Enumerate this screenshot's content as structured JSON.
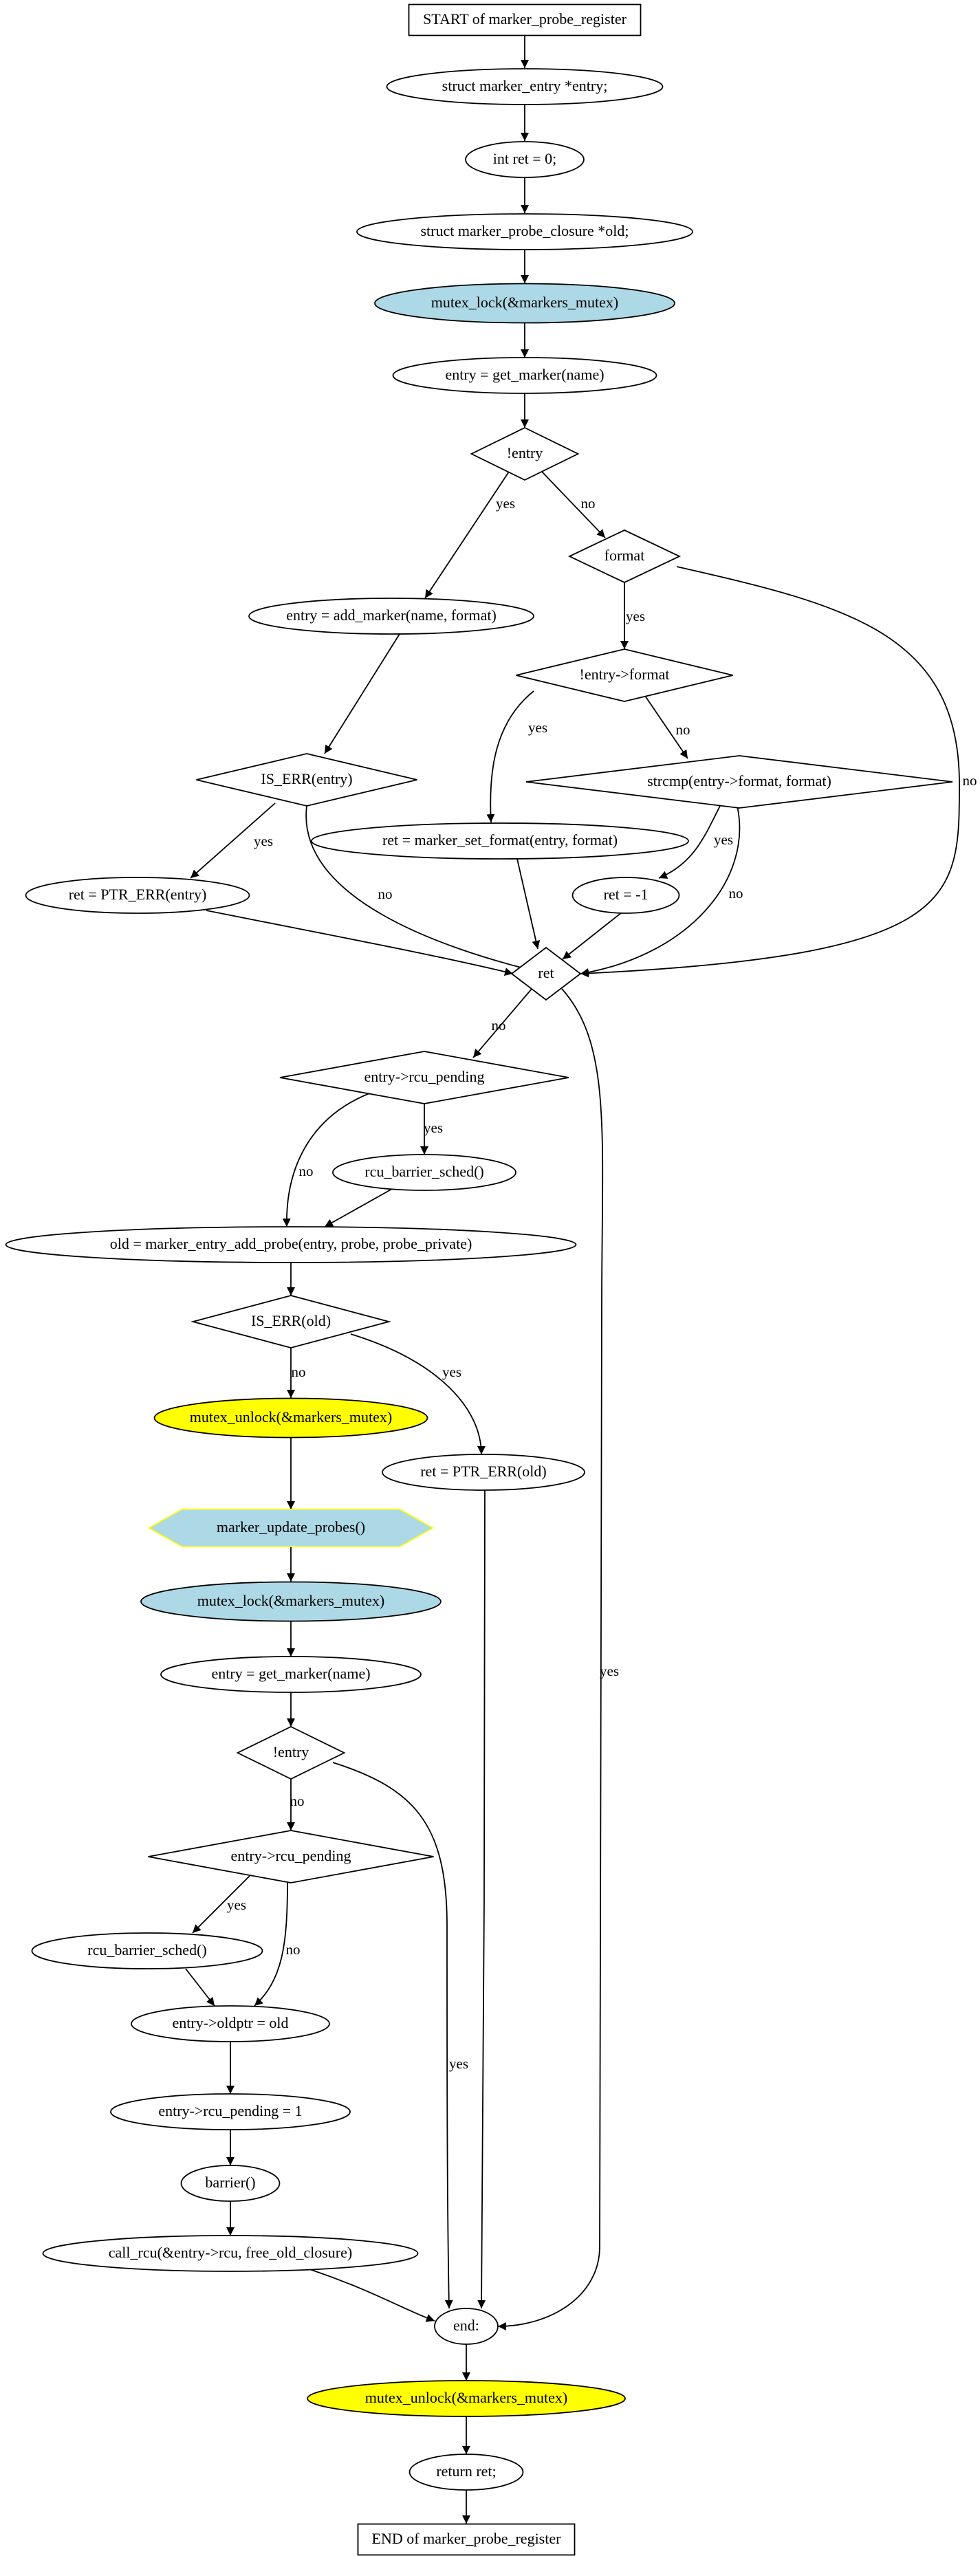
{
  "colors": {
    "default_fill": "#ffffff",
    "stroke": "#000000",
    "lightblue": "#add8e6",
    "yellow": "#ffff00",
    "hexagon_border": "#ffff00"
  },
  "nodes": [
    {
      "id": "start",
      "shape": "rect",
      "label": "START of marker_probe_register"
    },
    {
      "id": "decl_entry",
      "shape": "ellipse",
      "label": "struct marker_entry *entry;"
    },
    {
      "id": "decl_ret",
      "shape": "ellipse",
      "label": "int ret = 0;"
    },
    {
      "id": "decl_old",
      "shape": "ellipse",
      "label": "struct marker_probe_closure *old;"
    },
    {
      "id": "lock1",
      "shape": "ellipse",
      "fill": "lightblue",
      "label": "mutex_lock(&markers_mutex)"
    },
    {
      "id": "get1",
      "shape": "ellipse",
      "label": "entry = get_marker(name)"
    },
    {
      "id": "if_entry1",
      "shape": "diamond",
      "label": "!entry"
    },
    {
      "id": "if_format",
      "shape": "diamond",
      "label": "format"
    },
    {
      "id": "add_marker",
      "shape": "ellipse",
      "label": "entry = add_marker(name, format)"
    },
    {
      "id": "if_eformat",
      "shape": "diamond",
      "label": "!entry->format"
    },
    {
      "id": "if_strcmp",
      "shape": "diamond",
      "label": "strcmp(entry->format, format)"
    },
    {
      "id": "if_iserr1",
      "shape": "diamond",
      "label": "IS_ERR(entry)"
    },
    {
      "id": "set_format",
      "shape": "ellipse",
      "label": "ret = marker_set_format(entry, format)"
    },
    {
      "id": "ptr_err1",
      "shape": "ellipse",
      "label": "ret = PTR_ERR(entry)"
    },
    {
      "id": "ret_m1",
      "shape": "ellipse",
      "label": "ret = -1"
    },
    {
      "id": "if_ret",
      "shape": "diamond",
      "label": "ret"
    },
    {
      "id": "if_rcu1",
      "shape": "diamond",
      "label": "entry->rcu_pending"
    },
    {
      "id": "barrier_sched1",
      "shape": "ellipse",
      "label": "rcu_barrier_sched()"
    },
    {
      "id": "add_probe",
      "shape": "ellipse",
      "label": "old = marker_entry_add_probe(entry, probe, probe_private)"
    },
    {
      "id": "if_iserr2",
      "shape": "diamond",
      "label": "IS_ERR(old)"
    },
    {
      "id": "unlock1",
      "shape": "ellipse",
      "fill": "yellow",
      "label": "mutex_unlock(&markers_mutex)"
    },
    {
      "id": "ptr_err2",
      "shape": "ellipse",
      "label": "ret = PTR_ERR(old)"
    },
    {
      "id": "update",
      "shape": "hexagon",
      "fill": "lightblue",
      "label": "marker_update_probes()"
    },
    {
      "id": "lock2",
      "shape": "ellipse",
      "fill": "lightblue",
      "label": "mutex_lock(&markers_mutex)"
    },
    {
      "id": "get2",
      "shape": "ellipse",
      "label": "entry = get_marker(name)"
    },
    {
      "id": "if_entry2",
      "shape": "diamond",
      "label": "!entry"
    },
    {
      "id": "if_rcu2",
      "shape": "diamond",
      "label": "entry->rcu_pending"
    },
    {
      "id": "barrier_sched2",
      "shape": "ellipse",
      "label": "rcu_barrier_sched()"
    },
    {
      "id": "oldptr",
      "shape": "ellipse",
      "label": "entry->oldptr = old"
    },
    {
      "id": "rcu_set",
      "shape": "ellipse",
      "label": "entry->rcu_pending = 1"
    },
    {
      "id": "barrier",
      "shape": "ellipse",
      "label": "barrier()"
    },
    {
      "id": "call_rcu",
      "shape": "ellipse",
      "label": "call_rcu(&entry->rcu, free_old_closure)"
    },
    {
      "id": "end_label",
      "shape": "ellipse",
      "label": "end:"
    },
    {
      "id": "unlock2",
      "shape": "ellipse",
      "fill": "yellow",
      "label": "mutex_unlock(&markers_mutex)"
    },
    {
      "id": "return_ret",
      "shape": "ellipse",
      "label": "return ret;"
    },
    {
      "id": "end",
      "shape": "rect",
      "label": "END of marker_probe_register"
    }
  ],
  "edges": [
    {
      "from": "start",
      "to": "decl_entry",
      "label": ""
    },
    {
      "from": "decl_entry",
      "to": "decl_ret",
      "label": ""
    },
    {
      "from": "decl_ret",
      "to": "decl_old",
      "label": ""
    },
    {
      "from": "decl_old",
      "to": "lock1",
      "label": ""
    },
    {
      "from": "lock1",
      "to": "get1",
      "label": ""
    },
    {
      "from": "get1",
      "to": "if_entry1",
      "label": ""
    },
    {
      "from": "if_entry1",
      "to": "add_marker",
      "label": "yes"
    },
    {
      "from": "if_entry1",
      "to": "if_format",
      "label": "no"
    },
    {
      "from": "if_format",
      "to": "if_eformat",
      "label": "yes"
    },
    {
      "from": "if_format",
      "to": "if_ret",
      "label": "no"
    },
    {
      "from": "add_marker",
      "to": "if_iserr1",
      "label": ""
    },
    {
      "from": "if_eformat",
      "to": "set_format",
      "label": "yes"
    },
    {
      "from": "if_eformat",
      "to": "if_strcmp",
      "label": "no"
    },
    {
      "from": "if_strcmp",
      "to": "ret_m1",
      "label": "yes"
    },
    {
      "from": "if_strcmp",
      "to": "if_ret",
      "label": "no"
    },
    {
      "from": "if_iserr1",
      "to": "ptr_err1",
      "label": "yes"
    },
    {
      "from": "if_iserr1",
      "to": "if_ret",
      "label": "no"
    },
    {
      "from": "ptr_err1",
      "to": "if_ret",
      "label": ""
    },
    {
      "from": "set_format",
      "to": "if_ret",
      "label": ""
    },
    {
      "from": "ret_m1",
      "to": "if_ret",
      "label": ""
    },
    {
      "from": "if_ret",
      "to": "if_rcu1",
      "label": "no"
    },
    {
      "from": "if_ret",
      "to": "end_label",
      "label": "yes"
    },
    {
      "from": "if_rcu1",
      "to": "barrier_sched1",
      "label": "yes"
    },
    {
      "from": "if_rcu1",
      "to": "add_probe",
      "label": "no"
    },
    {
      "from": "barrier_sched1",
      "to": "add_probe",
      "label": ""
    },
    {
      "from": "add_probe",
      "to": "if_iserr2",
      "label": ""
    },
    {
      "from": "if_iserr2",
      "to": "unlock1",
      "label": "no"
    },
    {
      "from": "if_iserr2",
      "to": "ptr_err2",
      "label": "yes"
    },
    {
      "from": "ptr_err2",
      "to": "end_label",
      "label": ""
    },
    {
      "from": "unlock1",
      "to": "update",
      "label": ""
    },
    {
      "from": "update",
      "to": "lock2",
      "label": ""
    },
    {
      "from": "lock2",
      "to": "get2",
      "label": ""
    },
    {
      "from": "get2",
      "to": "if_entry2",
      "label": ""
    },
    {
      "from": "if_entry2",
      "to": "if_rcu2",
      "label": "no"
    },
    {
      "from": "if_entry2",
      "to": "end_label",
      "label": "yes"
    },
    {
      "from": "if_rcu2",
      "to": "barrier_sched2",
      "label": "yes"
    },
    {
      "from": "if_rcu2",
      "to": "oldptr",
      "label": "no"
    },
    {
      "from": "barrier_sched2",
      "to": "oldptr",
      "label": ""
    },
    {
      "from": "oldptr",
      "to": "rcu_set",
      "label": ""
    },
    {
      "from": "rcu_set",
      "to": "barrier",
      "label": ""
    },
    {
      "from": "barrier",
      "to": "call_rcu",
      "label": ""
    },
    {
      "from": "call_rcu",
      "to": "end_label",
      "label": ""
    },
    {
      "from": "end_label",
      "to": "unlock2",
      "label": ""
    },
    {
      "from": "unlock2",
      "to": "return_ret",
      "label": ""
    },
    {
      "from": "return_ret",
      "to": "end",
      "label": ""
    }
  ]
}
